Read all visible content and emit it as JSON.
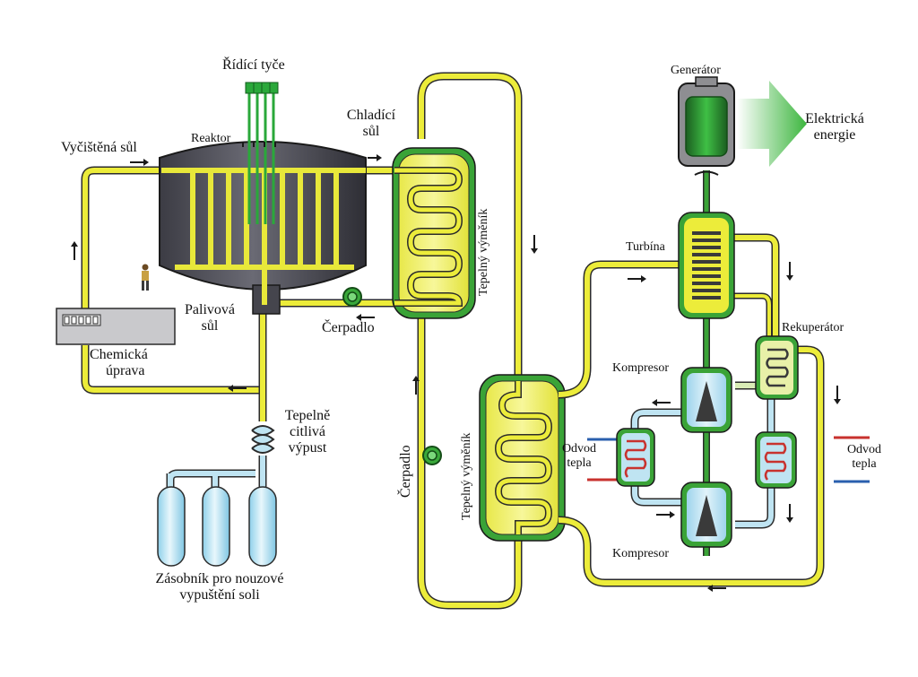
{
  "labels": {
    "control_rods": "Řídící tyče",
    "reactor": "Reaktor",
    "cleaned_salt": "Vyčištěná sůl",
    "coolant_salt_1": "Chladící",
    "coolant_salt_2": "sůl",
    "fuel_salt_1": "Palivová",
    "fuel_salt_2": "sůl",
    "pump_top": "Čerpadlo",
    "pump_vertical": "Čerpadlo",
    "chemical_1": "Chemická",
    "chemical_2": "úprava",
    "freeze_plug_1": "Tepelně",
    "freeze_plug_2": "citlivá",
    "freeze_plug_3": "výpust",
    "tanks_1": "Zásobník pro nouzové",
    "tanks_2": "vypuštění soli",
    "hx1": "Tepelný výměník",
    "hx2": "Tepelný výměník",
    "generator": "Generátor",
    "electric_1": "Elektrická",
    "electric_2": "energie",
    "turbine": "Turbína",
    "recuperator": "Rekuperátor",
    "compressor_top": "Kompresor",
    "compressor_bottom": "Kompresor",
    "heat_out_left_1": "Odvod",
    "heat_out_left_2": "tepla",
    "heat_out_right_1": "Odvod",
    "heat_out_right_2": "tepla"
  },
  "colors": {
    "salt_pipe": "#ecec3a",
    "pipe_outline": "#2b2b2b",
    "reactor_body": "#4a4a52",
    "green_frame": "#3aa337",
    "cool_blue": "#bfe4f2",
    "hot_red": "#c8322e",
    "arrow_green": "#33b03a"
  }
}
